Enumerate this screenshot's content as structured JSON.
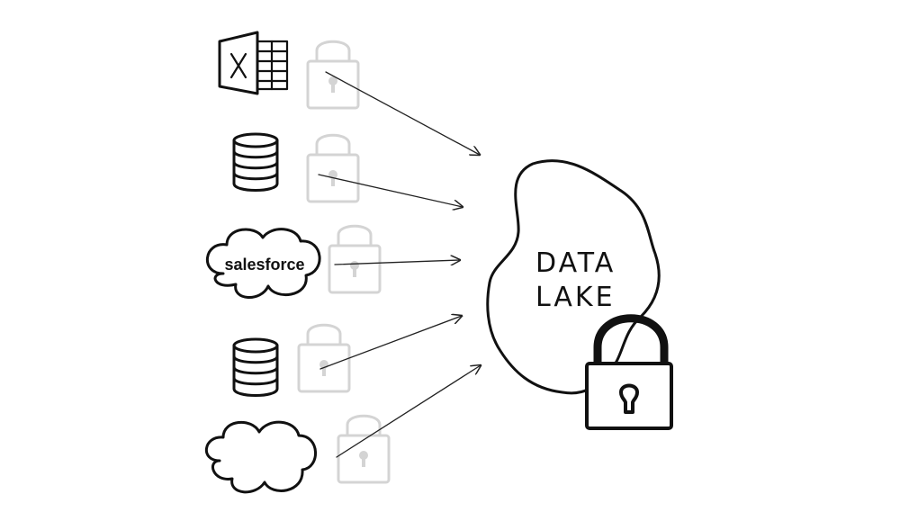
{
  "diagram": {
    "lake_label_line1": "DATA",
    "lake_label_line2": "LAKE",
    "salesforce_logo_text": "salesforce",
    "sources": [
      {
        "icon": "excel-icon"
      },
      {
        "icon": "database-icon"
      },
      {
        "icon": "salesforce-cloud-icon"
      },
      {
        "icon": "database-icon"
      },
      {
        "icon": "cloud-icon"
      }
    ],
    "colors": {
      "ink": "#111111",
      "faded_lock": "#d4d4d4",
      "background": "#ffffff"
    }
  }
}
